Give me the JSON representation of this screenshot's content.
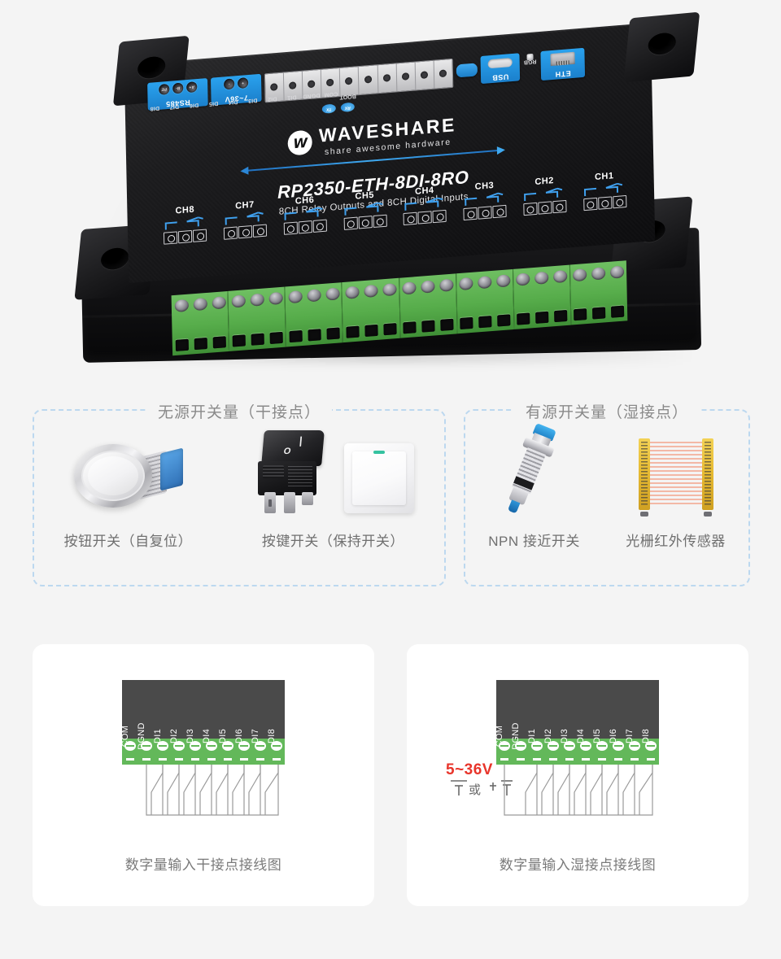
{
  "product": {
    "brand": "WAVESHARE",
    "tagline": "share awesome hardware",
    "model": "RP2350-ETH-8DI-8RO",
    "subtitle": "8CH Relay Outputs and 8CH Digital Inputs",
    "connectors": {
      "rs485": {
        "label": "RS485",
        "pins": [
          "PE",
          "B-",
          "A+"
        ]
      },
      "power": {
        "label": "7~36V",
        "pins": [
          "-",
          "+"
        ]
      },
      "boot": {
        "label": "BOOT"
      },
      "usb": {
        "label": "USB"
      },
      "rgb": {
        "label": "RGB"
      },
      "eth": {
        "label": "ETH"
      }
    },
    "leds": [
      "TX",
      "RX"
    ],
    "input_terminals": [
      "COM",
      "DGND",
      "DI1",
      "DI2",
      "DI3",
      "DI4",
      "DI5",
      "DI6",
      "DI7",
      "DI8"
    ],
    "channels": [
      "CH8",
      "CH7",
      "CH6",
      "CH5",
      "CH4",
      "CH3",
      "CH2",
      "CH1"
    ]
  },
  "panels": [
    {
      "title": "无源开关量（干接点）",
      "items": [
        {
          "caption": "按钮开关（自复位）",
          "art": "push-button-switch"
        },
        {
          "caption": "按键开关（保持开关）",
          "art": "rocker-and-wall-switch"
        }
      ]
    },
    {
      "title": "有源开关量（湿接点）",
      "items": [
        {
          "caption": "NPN 接近开关",
          "art": "npn-proximity-sensor"
        },
        {
          "caption": "光栅红外传感器",
          "art": "light-curtain-sensor"
        }
      ]
    }
  ],
  "wiring_cards": [
    {
      "caption": "数字量输入干接点接线图",
      "terminals": [
        "COM",
        "DGND",
        "DI1",
        "DI2",
        "DI3",
        "DI4",
        "DI5",
        "DI6",
        "DI7",
        "DI8"
      ],
      "voltage_label": "",
      "or_label": ""
    },
    {
      "caption": "数字量输入湿接点接线图",
      "terminals": [
        "COM",
        "DGND",
        "DI1",
        "DI2",
        "DI3",
        "DI4",
        "DI5",
        "DI6",
        "DI7",
        "DI8"
      ],
      "voltage_label": "5~36V",
      "or_label": "或"
    }
  ],
  "colors": {
    "background": "#f4f4f4",
    "card": "#ffffff",
    "accent_blue": "#2aa2ee",
    "dashed_border": "#bcd8ef",
    "terminal_green": "#63b85a",
    "terminal_dark": "#4a4a4a",
    "voltage_red": "#e8352b",
    "caption_gray": "#7a7a7a"
  }
}
